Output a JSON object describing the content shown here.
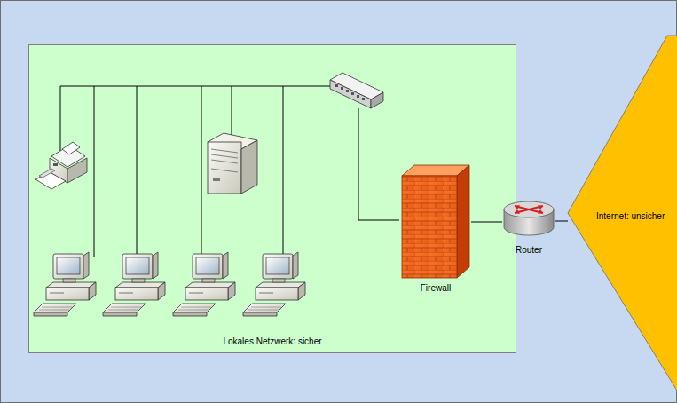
{
  "diagram": {
    "nodes": [
      {
        "text": [
          "Lokales Netzwerk: sicher"
        ]
      },
      {
        "text": [
          "Firewall"
        ],
        "in": 0
      },
      {
        "text": [
          "Router"
        ]
      },
      {
        "text": [
          "Internet: unsicher"
        ]
      }
    ],
    "edges": [
      {
        "from": 1,
        "to": 2,
        "arrow": "none"
      },
      {
        "from": 2,
        "to": 3,
        "arrow": "none"
      }
    ]
  }
}
